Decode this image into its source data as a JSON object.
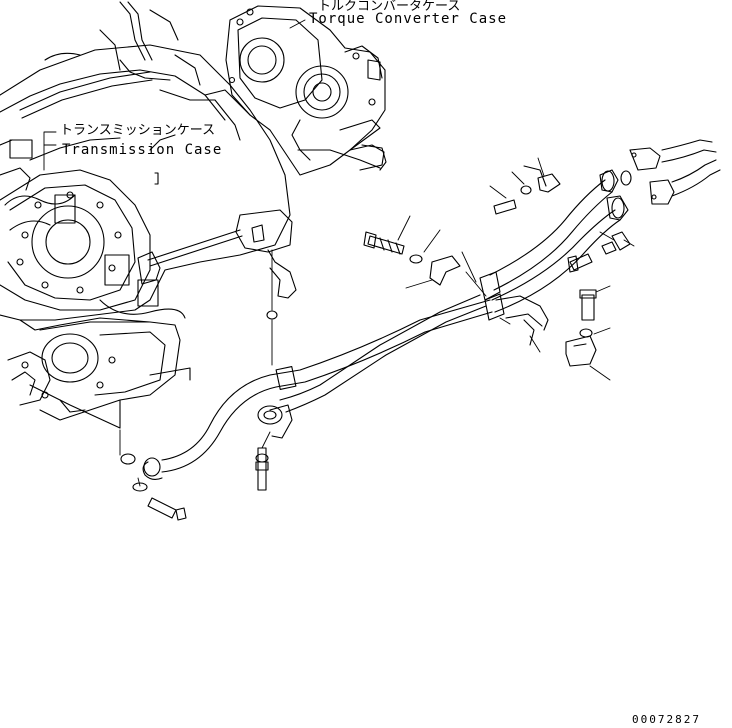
{
  "labels": {
    "torque_converter_jp": "トルクコンバータケース",
    "torque_converter_en": "Torque Converter Case",
    "transmission_jp": "トランスミッションケース",
    "transmission_en": "Transmission Case"
  },
  "drawing_number": "00072827",
  "colors": {
    "line": "#000000",
    "background": "#ffffff"
  }
}
